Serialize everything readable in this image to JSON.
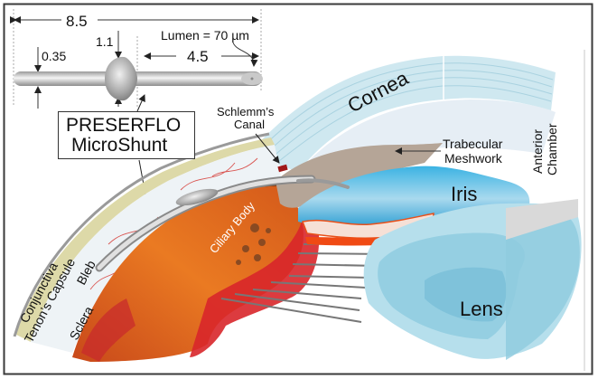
{
  "figure": {
    "title": "PRESERFLO MicroShunt placement in the eye (anatomical diagram)",
    "colors": {
      "frame": "#3a3a3a",
      "cornea": "#cfe8f0",
      "iris": "#2aa7d9",
      "lens": "#8ccbe0",
      "ciliary_body": "#e8701a",
      "blood_red": "#d8262a",
      "trabecular": "#b5a597",
      "tenons": "#ddd9a8",
      "shunt": "#bfbfbf"
    }
  },
  "device_schematic": {
    "dimensions": {
      "total_length": "8.5",
      "outer_diameter": "0.35",
      "fin_width": "1.1",
      "distal_length": "4.5",
      "lumen": "Lumen = 70 µm"
    }
  },
  "callout": {
    "line1": "PRESERFLO",
    "line2": "MicroShunt"
  },
  "labels": {
    "schlemms_canal_line1": "Schlemm’s",
    "schlemms_canal_line2": "Canal",
    "cornea": "Cornea",
    "trabecular_line1": "Trabecular",
    "trabecular_line2": "Meshwork",
    "anterior_line1": "Anterior",
    "anterior_line2": "Chamber",
    "iris": "Iris",
    "lens": "Lens",
    "ciliary_body": "Ciliary Body",
    "conjunctiva": "Conjunctiva",
    "tenons_capsule": "Tenon’s Capsule",
    "bleb": "Bleb",
    "sclera": "Sclera"
  }
}
